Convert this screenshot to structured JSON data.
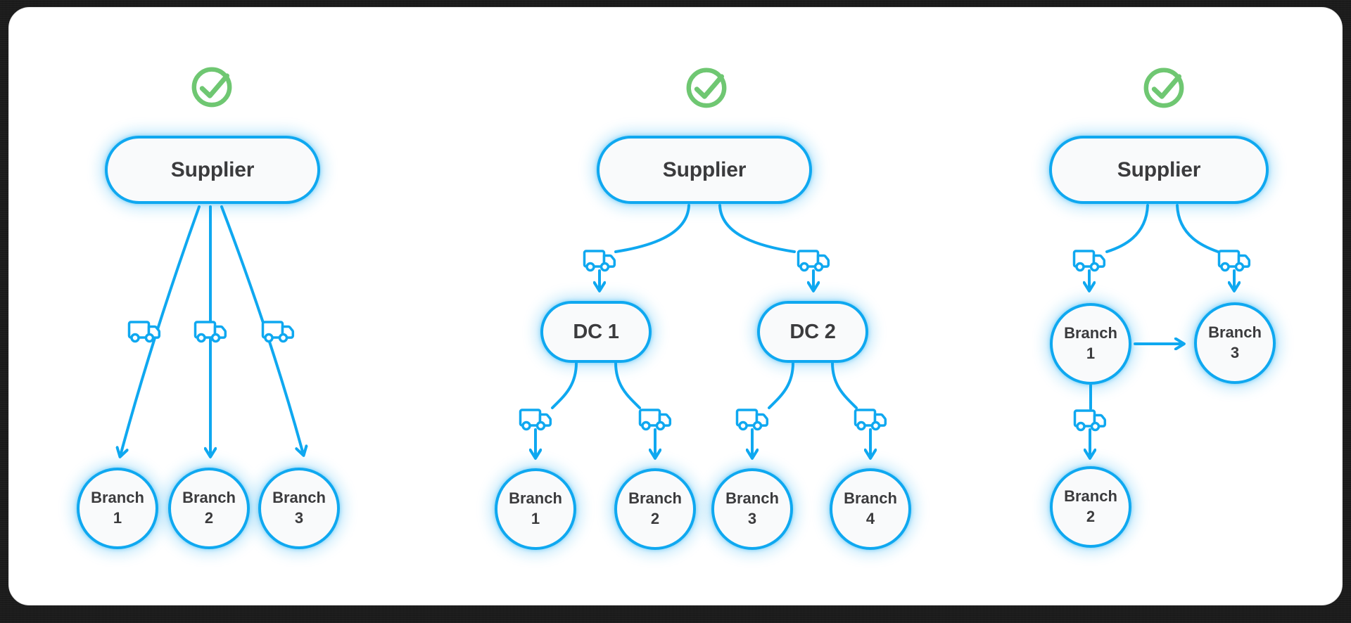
{
  "colors": {
    "accent_blue": "#0FA8F0",
    "success_green": "#6FC772",
    "node_fill": "#F9FAFB",
    "label_text": "#3B3B3D",
    "frame_background": "#181818",
    "card_background": "#FFFFFF"
  },
  "icons": {
    "status": "check-circle-icon",
    "transport": "delivery-truck-icon"
  },
  "diagrams": [
    {
      "id": "supplier-direct-to-branches",
      "supplier_label": "Supplier",
      "branches": [
        {
          "line1": "Branch",
          "line2": "1"
        },
        {
          "line1": "Branch",
          "line2": "2"
        },
        {
          "line1": "Branch",
          "line2": "3"
        }
      ]
    },
    {
      "id": "supplier-via-distribution-centers",
      "supplier_label": "Supplier",
      "dcs": [
        {
          "label": "DC 1"
        },
        {
          "label": "DC 2"
        }
      ],
      "branches": [
        {
          "line1": "Branch",
          "line2": "1"
        },
        {
          "line1": "Branch",
          "line2": "2"
        },
        {
          "line1": "Branch",
          "line2": "3"
        },
        {
          "line1": "Branch",
          "line2": "4"
        }
      ]
    },
    {
      "id": "supplier-mixed-branch-transfers",
      "supplier_label": "Supplier",
      "branches": [
        {
          "line1": "Branch",
          "line2": "1"
        },
        {
          "line1": "Branch",
          "line2": "3"
        },
        {
          "line1": "Branch",
          "line2": "2"
        }
      ]
    }
  ]
}
